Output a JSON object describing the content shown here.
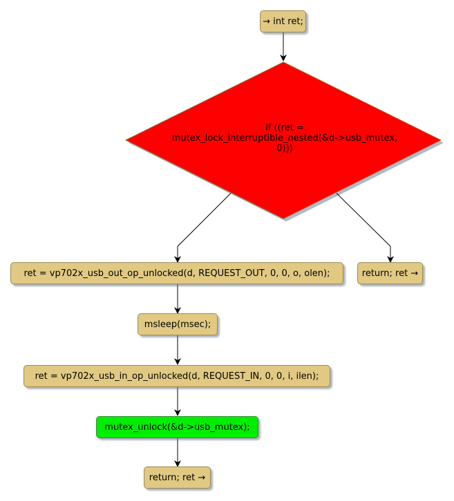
{
  "colors": {
    "action_fill": "#e1c983",
    "decision_fill": "#ff0000",
    "highlight_fill": "#00ee00",
    "edge": "#000000"
  },
  "nodes": {
    "start": "→ int ret;",
    "decision_lines": [
      "if ((ret =",
      "mutex_lock_interruptible_nested(&d->usb_mutex,",
      "0)))"
    ],
    "out_op": "ret = vp702x_usb_out_op_unlocked(d, REQUEST_OUT, 0, 0, o, olen);",
    "return_right": "return; ret →",
    "sleep": "msleep(msec);",
    "in_op": "ret = vp702x_usb_in_op_unlocked(d, REQUEST_IN, 0, 0, i, ilen);",
    "unlock": "mutex_unlock(&d->usb_mutex);",
    "return_bottom": "return; ret →"
  }
}
